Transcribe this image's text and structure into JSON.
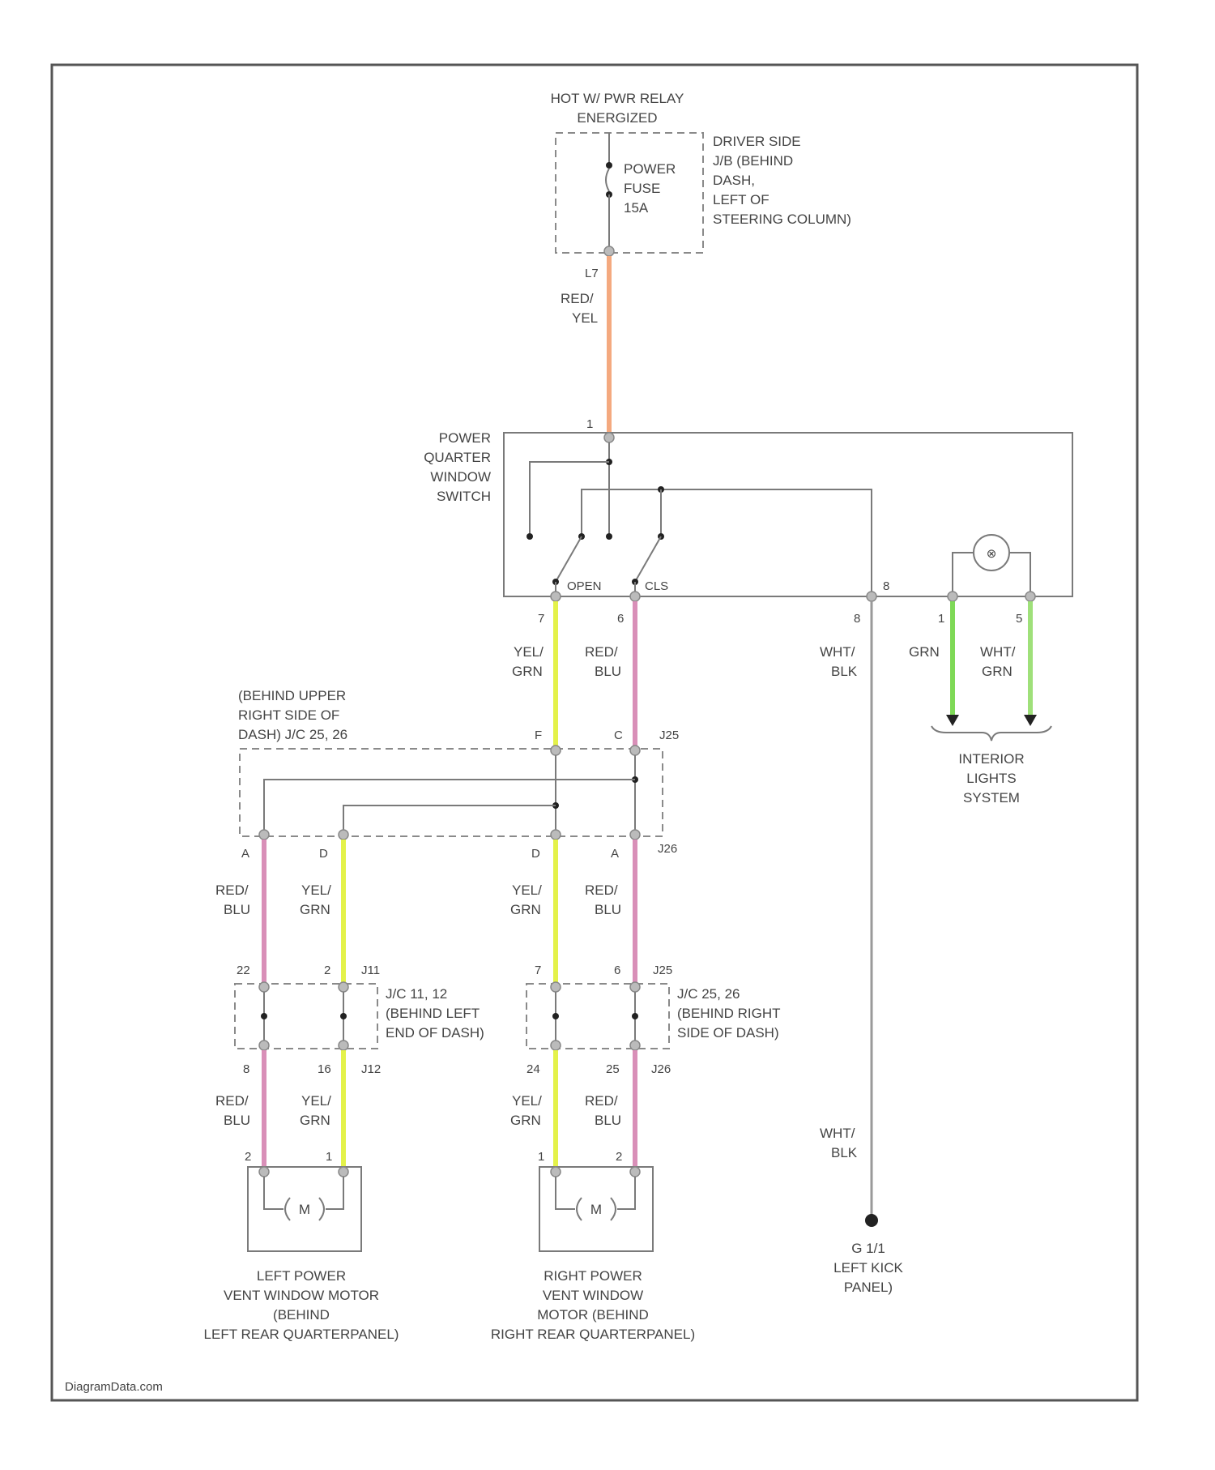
{
  "colors": {
    "red_yel": "#f4a97f",
    "yel_grn": "#e4f24a",
    "red_blu": "#d98fb8",
    "grn": "#7ed957",
    "wht_grn": "#9fe07a",
    "wht_blk": "#9a9a9a"
  },
  "relay": {
    "line1": "HOT W/ PWR RELAY",
    "line2": "ENERGIZED",
    "fuse": [
      "POWER",
      "FUSE",
      "15A"
    ],
    "location": [
      "DRIVER SIDE",
      "J/B (BEHIND",
      "DASH,",
      "LEFT OF",
      "STEERING COLUMN)"
    ],
    "pin": "L7",
    "wire": [
      "RED/",
      "YEL"
    ]
  },
  "switch": {
    "name": [
      "POWER",
      "QUARTER",
      "WINDOW",
      "SWITCH"
    ],
    "pin_top": "1",
    "open_label": "OPEN",
    "cls_label": "CLS",
    "pin_open": "7",
    "pin_cls": "6",
    "pin_gnd": "8",
    "pin_gnd_letter": "8",
    "pin_lamp1": "1",
    "pin_lamp2": "5",
    "wire_open": [
      "YEL/",
      "GRN"
    ],
    "wire_cls": [
      "RED/",
      "BLU"
    ],
    "wire_gnd": [
      "WHT/",
      "BLK"
    ],
    "wire_lamp1": [
      "GRN"
    ],
    "wire_lamp2": [
      "WHT/",
      "GRN"
    ]
  },
  "lights": [
    "INTERIOR",
    "LIGHTS",
    "SYSTEM"
  ],
  "jc_upper": {
    "location": [
      "(BEHIND UPPER",
      "RIGHT SIDE OF",
      "DASH) J/C 25, 26"
    ],
    "pin_in_left": "F",
    "pin_in_right": "C",
    "conn_in": "J25",
    "pins_out": [
      "A",
      "D",
      "D",
      "A"
    ],
    "conn_out": "J26"
  },
  "branch_wires": {
    "left_red": [
      "RED/",
      "BLU"
    ],
    "left_yel": [
      "YEL/",
      "GRN"
    ],
    "right_yel": [
      "YEL/",
      "GRN"
    ],
    "right_red": [
      "RED/",
      "BLU"
    ]
  },
  "jc_left": {
    "pin_top_a": "22",
    "pin_top_b": "2",
    "conn_top": "J11",
    "location": [
      "J/C 11, 12",
      "(BEHIND LEFT",
      "END OF DASH)"
    ],
    "pin_bot_a": "8",
    "pin_bot_b": "16",
    "conn_bot": "J12"
  },
  "jc_right": {
    "pin_top_a": "7",
    "pin_top_b": "6",
    "conn_top": "J25",
    "location": [
      "J/C 25, 26",
      "(BEHIND RIGHT",
      "SIDE OF DASH)"
    ],
    "pin_bot_a": "24",
    "pin_bot_b": "25",
    "conn_bot": "J26"
  },
  "motor_wires": {
    "left_red": [
      "RED/",
      "BLU"
    ],
    "left_yel": [
      "YEL/",
      "GRN"
    ],
    "right_yel": [
      "YEL/",
      "GRN"
    ],
    "right_red": [
      "RED/",
      "BLU"
    ]
  },
  "left_motor": {
    "symbol": "M",
    "pin_a": "2",
    "pin_b": "1",
    "label": [
      "LEFT POWER",
      "VENT WINDOW MOTOR",
      "(BEHIND",
      "LEFT REAR QUARTERPANEL)"
    ]
  },
  "right_motor": {
    "symbol": "M",
    "pin_a": "1",
    "pin_b": "2",
    "label": [
      "RIGHT POWER",
      "VENT WINDOW",
      "MOTOR (BEHIND",
      "RIGHT REAR QUARTERPANEL)"
    ]
  },
  "ground": {
    "wire": [
      "WHT/",
      "BLK"
    ],
    "label": [
      "G 1/1",
      "LEFT KICK",
      "PANEL)"
    ]
  },
  "watermark": "DiagramData.com"
}
